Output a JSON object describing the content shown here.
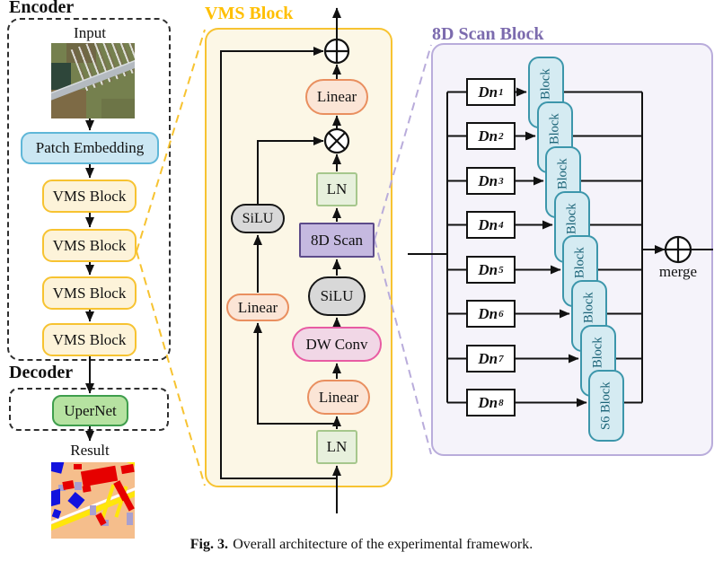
{
  "figure": {
    "caption_tag": "Fig. 3.",
    "caption_text": "Overall architecture of the experimental framework."
  },
  "encoder": {
    "title": "Encoder",
    "input_label": "Input",
    "patch_embedding_label": "Patch Embedding",
    "vms_blocks": [
      "VMS Block",
      "VMS Block",
      "VMS Block",
      "VMS Block"
    ],
    "decoder_title": "Decoder",
    "upernet_label": "UperNet",
    "result_label": "Result"
  },
  "vms_block": {
    "title": "VMS Block",
    "linear_top": "Linear",
    "ln_top": "LN",
    "scan_8d": "8D Scan",
    "silu_right": "SiLU",
    "dw_conv": "DW Conv",
    "linear_mid": "Linear",
    "ln_bottom": "LN",
    "silu_left": "SiLU",
    "linear_left": "Linear"
  },
  "scan_block": {
    "title": "8D Scan Block",
    "dn_rows": [
      {
        "prefix": "Dn",
        "sub": "1"
      },
      {
        "prefix": "Dn",
        "sub": "2"
      },
      {
        "prefix": "Dn",
        "sub": "3"
      },
      {
        "prefix": "Dn",
        "sub": "4"
      },
      {
        "prefix": "Dn",
        "sub": "5"
      },
      {
        "prefix": "Dn",
        "sub": "6"
      },
      {
        "prefix": "Dn",
        "sub": "7"
      },
      {
        "prefix": "Dn",
        "sub": "8"
      }
    ],
    "s6_label": "S6 Block",
    "merge_label": "merge"
  },
  "icons": {
    "add": "circle-plus",
    "multiply": "circle-times",
    "merge_add": "circle-plus"
  },
  "colors": {
    "vms_accent": "#F7C331",
    "vms_title": "#FFBF00",
    "scan_accent": "#B9ACDB",
    "scan_title": "#7C6BAE",
    "patch_embedding_border": "#5FB7D8",
    "linear_border": "#E98F5F",
    "ln_border": "#A6C78C",
    "scan8d_border": "#5C4B8A",
    "dwconv_border": "#E85CA3",
    "silu_fill": "#D8D8D8",
    "upernet_border": "#3F9E4D",
    "s6_border": "#3C96AB",
    "line_color": "#111111"
  }
}
